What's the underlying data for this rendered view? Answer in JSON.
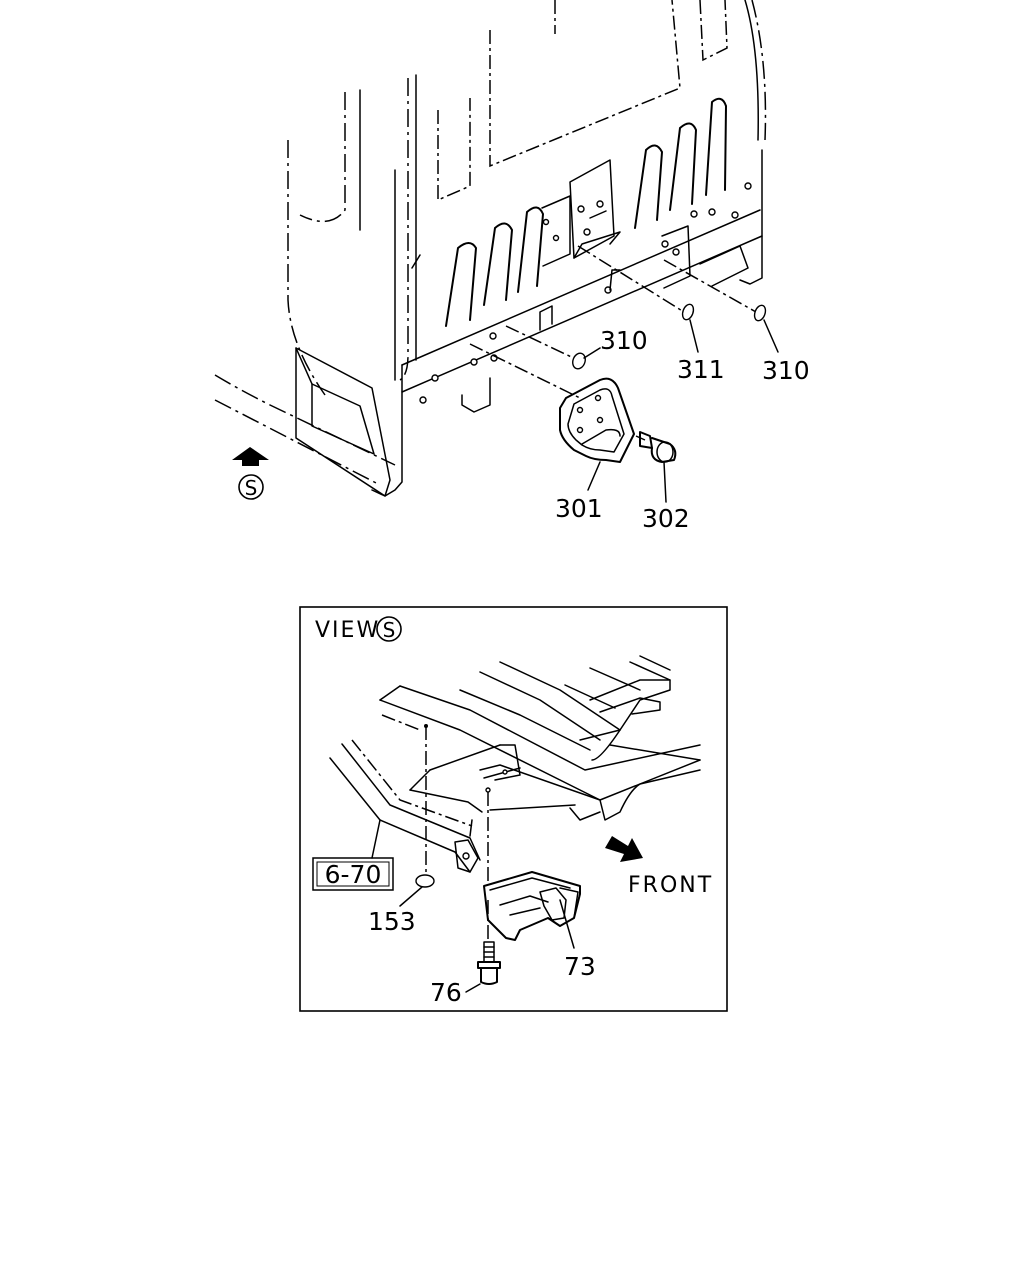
{
  "main_view": {
    "callouts": {
      "p310_a": "310",
      "p311": "311",
      "p310_b": "310",
      "p301": "301",
      "p302": "302"
    },
    "view_marker": "S"
  },
  "detail_view": {
    "title_word": "VIEW",
    "title_marker": "S",
    "direction_label": "FRONT",
    "callouts": {
      "ref_box": "6-70",
      "p153": "153",
      "p73": "73",
      "p76": "76"
    }
  }
}
